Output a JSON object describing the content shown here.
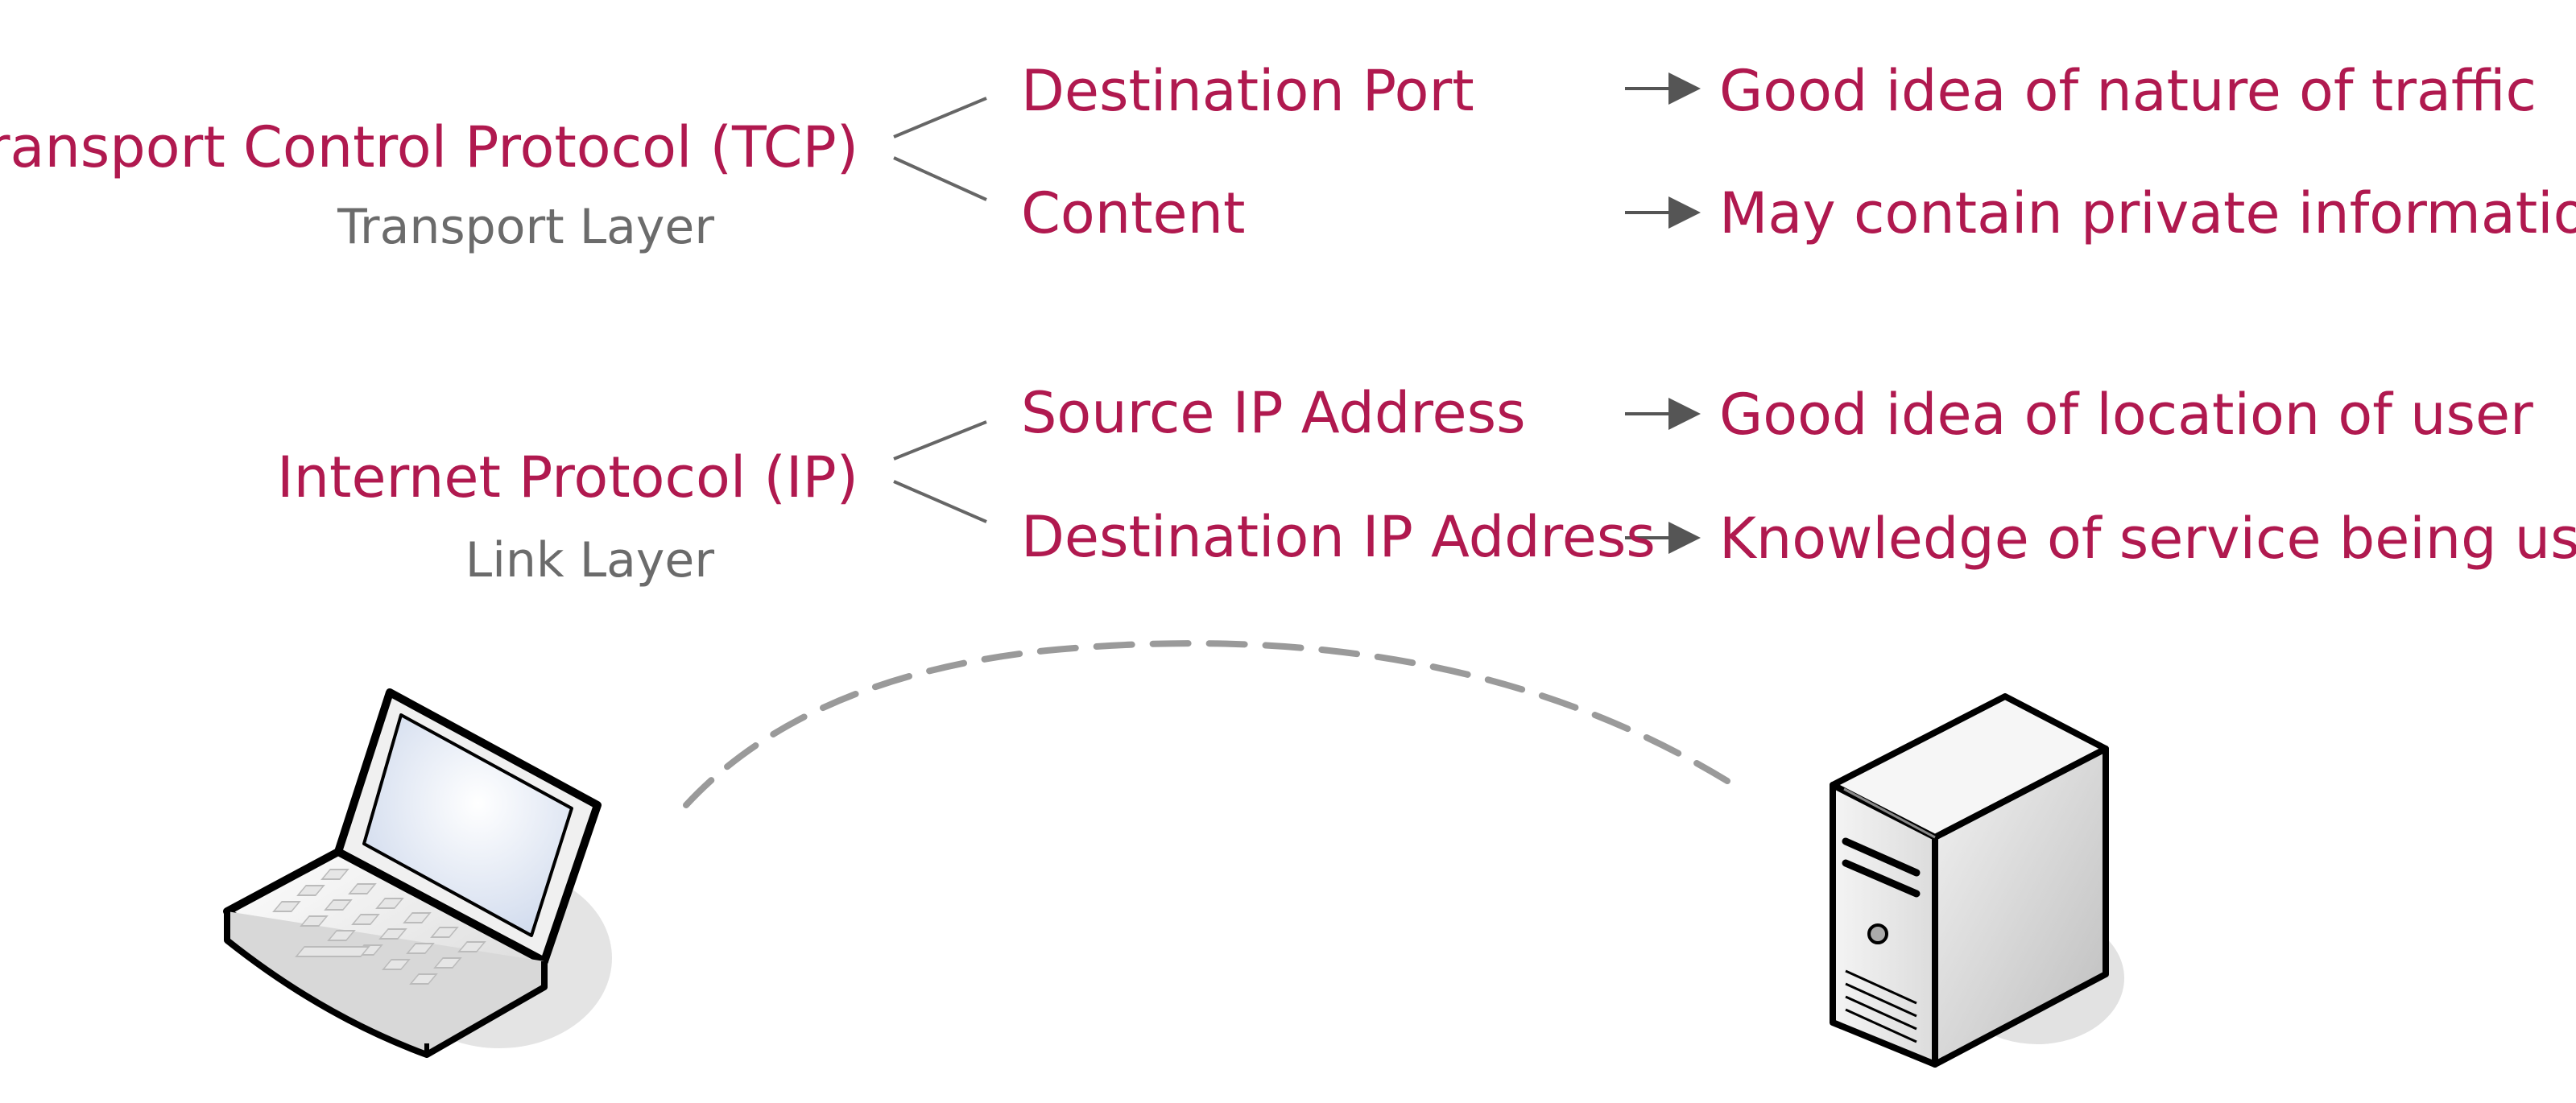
{
  "colors": {
    "accent": "#b0194f",
    "layer_text": "#6b6b6b",
    "connector": "#666666",
    "dashed_link": "#9a9a9a"
  },
  "protocols": [
    {
      "name": "Transport Control Protocol (TCP)",
      "layer": "Transport Layer",
      "fields": [
        {
          "field": "Destination Port",
          "implication": "Good idea of nature of traffic"
        },
        {
          "field": "Content",
          "implication": "May contain private information"
        }
      ]
    },
    {
      "name": "Internet Protocol (IP)",
      "layer": "Link Layer",
      "fields": [
        {
          "field": "Source IP Address",
          "implication": "Good idea of location of user"
        },
        {
          "field": "Destination IP Address",
          "implication": "Knowledge of service being used"
        }
      ]
    }
  ],
  "icons": {
    "client": "laptop-icon",
    "server": "server-icon"
  }
}
